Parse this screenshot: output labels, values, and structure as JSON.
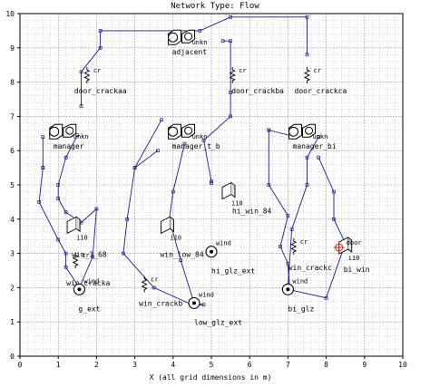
{
  "title": "Network Type: Flow",
  "xlabel": "X (all grid dimensions in m)",
  "axes": {
    "xlim": [
      0,
      10
    ],
    "ylim": [
      0,
      10
    ],
    "xticks": [
      "0",
      "1",
      "2",
      "3",
      "4",
      "5",
      "6",
      "7",
      "8",
      "9",
      "10"
    ],
    "yticks": [
      "0",
      "1",
      "2",
      "3",
      "4",
      "5",
      "6",
      "7",
      "8",
      "9",
      "10"
    ],
    "grid": "dotted minor 0.2 m, major 1 m"
  },
  "colors": {
    "link": "#1a1a8c",
    "node": "#2a3a9a",
    "component": "#000000",
    "grid": "#9a9a9a",
    "highlight": "#ff0000"
  },
  "nodes": [
    {
      "name": "adjacent",
      "type": "unkn",
      "x": 4.35,
      "y": 9.2
    },
    {
      "name": "manager",
      "type": "unkn",
      "x": 1.25,
      "y": 6.45
    },
    {
      "name": "manager_t_b",
      "type": "unkn",
      "x": 4.35,
      "y": 6.45
    },
    {
      "name": "manager_bi",
      "type": "unkn",
      "x": 7.5,
      "y": 6.45
    },
    {
      "name": "g_ext",
      "type": "wind",
      "x": 1.55,
      "y": 1.95
    },
    {
      "name": "hi_glz_ext",
      "type": "wind",
      "x": 5.0,
      "y": 3.05
    },
    {
      "name": "low_glz_ext",
      "type": "wind",
      "x": 4.55,
      "y": 1.55
    },
    {
      "name": "bi_glz",
      "type": "wind",
      "x": 7.0,
      "y": 1.95
    }
  ],
  "components": [
    {
      "name": "door_crackaa",
      "type": "cr",
      "x": 1.75,
      "y": 8.2
    },
    {
      "name": "door_crackba",
      "type": "cr",
      "x": 5.55,
      "y": 8.2
    },
    {
      "name": "door_crackca",
      "type": "cr",
      "x": 7.5,
      "y": 8.2
    },
    {
      "name": "win_1_68",
      "type": "win",
      "x": 1.4,
      "y": 3.8
    },
    {
      "name": "win_crackb",
      "type": "cr",
      "x": 3.25,
      "y": 2.1
    },
    {
      "name": "win_crackc",
      "type": "cr",
      "x": 7.15,
      "y": 3.2
    },
    {
      "name": "win_low_84",
      "type": "win",
      "x": 3.85,
      "y": 3.8
    },
    {
      "name": "hi_win_84",
      "type": "win",
      "x": 5.45,
      "y": 4.8
    },
    {
      "name": "win_cracka",
      "type": "cr",
      "x": 1.45,
      "y": 2.8
    },
    {
      "name": "bi_win",
      "type": "win",
      "x": 8.5,
      "y": 3.2
    }
  ],
  "labels": {
    "unkn": "unkn",
    "cr": "cr",
    "wind": "wind",
    "i10": "i10",
    "door": "door"
  },
  "links": [
    [
      [
        1.6,
        7.3
      ],
      [
        1.6,
        8.3
      ],
      [
        2.1,
        9.0
      ],
      [
        2.1,
        9.5
      ],
      [
        4.7,
        9.5
      ],
      [
        5.5,
        9.9
      ],
      [
        7.5,
        9.9
      ],
      [
        7.5,
        8.8
      ]
    ],
    [
      [
        5.3,
        9.2
      ],
      [
        5.5,
        9.2
      ],
      [
        5.5,
        7.7
      ],
      [
        5.5,
        7.0
      ],
      [
        4.8,
        6.3
      ],
      [
        5.0,
        5.1
      ],
      [
        5.0,
        5.05
      ]
    ],
    [
      [
        1.5,
        6.45
      ],
      [
        1.2,
        5.8
      ],
      [
        1.0,
        5.0
      ],
      [
        1.0,
        4.6
      ],
      [
        1.2,
        4.2
      ],
      [
        1.6,
        3.9
      ],
      [
        2.0,
        4.3
      ],
      [
        1.9,
        2.9
      ],
      [
        1.55,
        2.0
      ]
    ],
    [
      [
        0.6,
        5.5
      ],
      [
        0.5,
        4.5
      ],
      [
        1.0,
        3.4
      ],
      [
        1.2,
        3.0
      ],
      [
        1.2,
        2.6
      ],
      [
        1.55,
        2.0
      ]
    ],
    [
      [
        0.6,
        5.5
      ],
      [
        0.6,
        6.4
      ]
    ],
    [
      [
        3.6,
        6.0
      ],
      [
        3.0,
        5.5
      ],
      [
        2.8,
        4.0
      ],
      [
        2.7,
        3.0
      ],
      [
        3.5,
        2.0
      ],
      [
        4.5,
        1.5
      ],
      [
        4.8,
        1.5
      ],
      [
        4.55,
        1.55
      ],
      [
        4.2,
        2.8
      ],
      [
        3.9,
        4.0
      ],
      [
        4.0,
        4.8
      ],
      [
        4.3,
        6.2
      ]
    ],
    [
      [
        3.7,
        6.9
      ],
      [
        3.0,
        5.5
      ]
    ],
    [
      [
        6.5,
        6.6
      ],
      [
        6.5,
        5.0
      ],
      [
        7.0,
        4.1
      ],
      [
        6.8,
        3.2
      ],
      [
        7.0,
        2.7
      ],
      [
        7.05,
        1.95
      ]
    ],
    [
      [
        7.8,
        6.4
      ],
      [
        7.5,
        5.8
      ],
      [
        7.5,
        5.0
      ],
      [
        7.1,
        3.7
      ],
      [
        7.0,
        2.0
      ]
    ],
    [
      [
        7.2,
        6.4
      ],
      [
        6.5,
        6.6
      ]
    ],
    [
      [
        7.8,
        5.8
      ],
      [
        8.2,
        4.8
      ],
      [
        8.2,
        4.0
      ],
      [
        8.5,
        3.3
      ]
    ],
    [
      [
        7.0,
        1.95
      ],
      [
        8.0,
        1.7
      ],
      [
        8.5,
        3.3
      ]
    ]
  ]
}
